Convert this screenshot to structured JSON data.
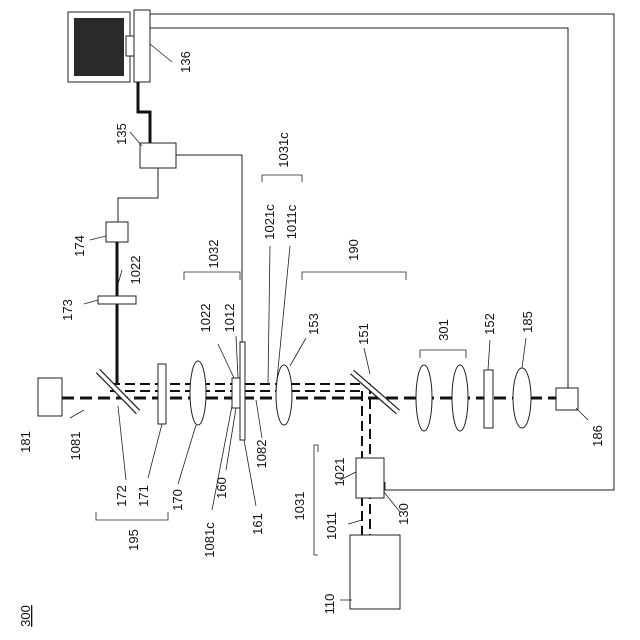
{
  "figure": {
    "figure_label": "300",
    "labels": {
      "l110": "110",
      "l130": "130",
      "l135": "135",
      "l136": "136",
      "l151": "151",
      "l152": "152",
      "l153": "153",
      "l160": "160",
      "l161": "161",
      "l170": "170",
      "l171": "171",
      "l172": "172",
      "l173": "173",
      "l174": "174",
      "l181": "181",
      "l185": "185",
      "l186": "186",
      "l190": "190",
      "l195": "195",
      "l301": "301",
      "l1011": "1011",
      "l1012": "1012",
      "l1011c": "1011c",
      "l1021": "1021",
      "l1021c": "1021c",
      "l1022a": "1022",
      "l1022b": "1022",
      "l1031": "1031",
      "l1031c": "1031c",
      "l1032": "1032",
      "l1081": "1081",
      "l1081c": "1081c",
      "l1082": "1082"
    }
  }
}
